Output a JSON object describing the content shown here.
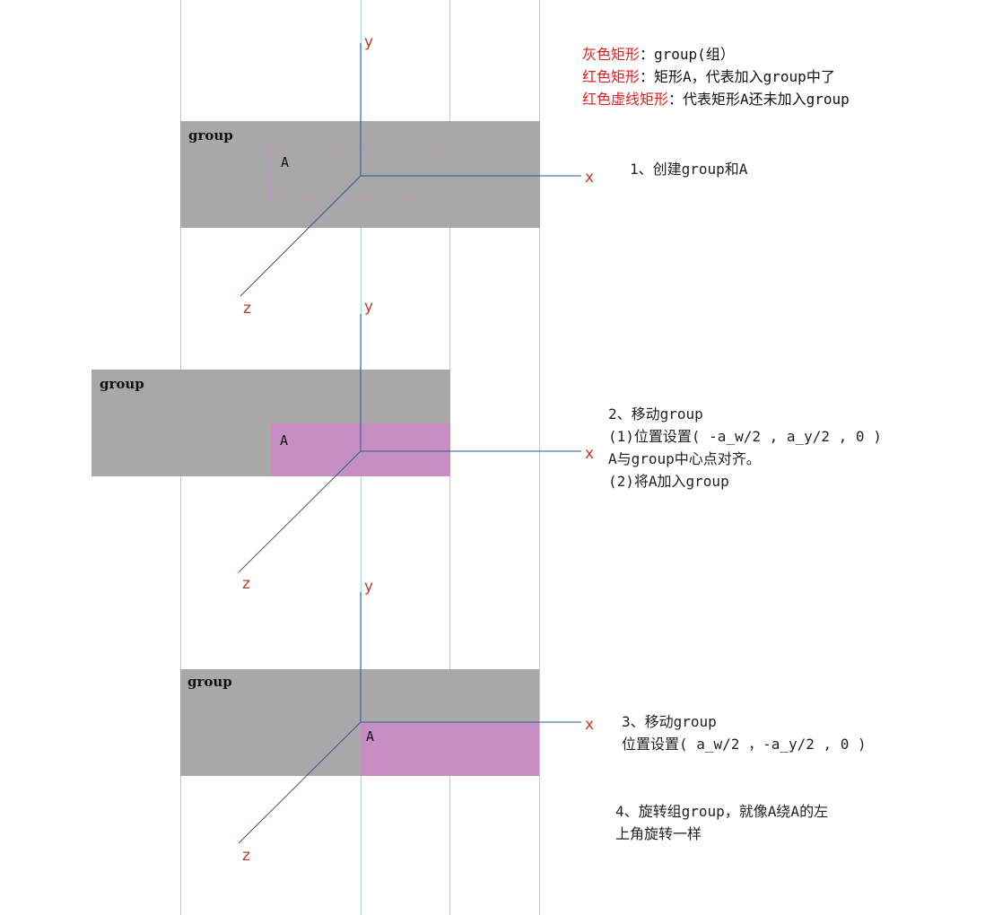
{
  "legend": [
    {
      "key": "灰色矩形",
      "value": "：group(组）"
    },
    {
      "key": "红色矩形",
      "value": "：矩形A，代表加入group中了"
    },
    {
      "key": "红色虚线矩形",
      "value": "：代表矩形A还未加入group"
    }
  ],
  "panels": [
    {
      "group_label": "group",
      "a_label": "A",
      "axis": {
        "x": "x",
        "y": "y",
        "z": "z"
      },
      "notes": [
        "1、创建group和A"
      ]
    },
    {
      "group_label": "group",
      "a_label": "A",
      "axis": {
        "x": "x",
        "y": "y",
        "z": "z"
      },
      "notes": [
        "2、移动group",
        "(1)位置设置( -a_w/2 , a_y/2 , 0 )",
        "A与group中心点对齐。",
        "(2)将A加入group"
      ]
    },
    {
      "group_label": "group",
      "a_label": "A",
      "axis": {
        "x": "x",
        "y": "y",
        "z": "z"
      },
      "notes": [
        "3、移动group",
        " 位置设置( a_w/2 ，-a_y/2 , 0  )"
      ]
    }
  ],
  "final_note": [
    "4、旋转组group，就像A绕A的左",
    "上角旋转一样"
  ],
  "colors": {
    "group_fill": "#a8a8a8",
    "a_fill": "#c68ec2",
    "a_dashed_stroke": "#d48fd0",
    "axis_line": "#2a5a9a",
    "guide_line": "#a8d6e6",
    "legend_key": "#e02020",
    "axis_label": "#c0392b"
  }
}
